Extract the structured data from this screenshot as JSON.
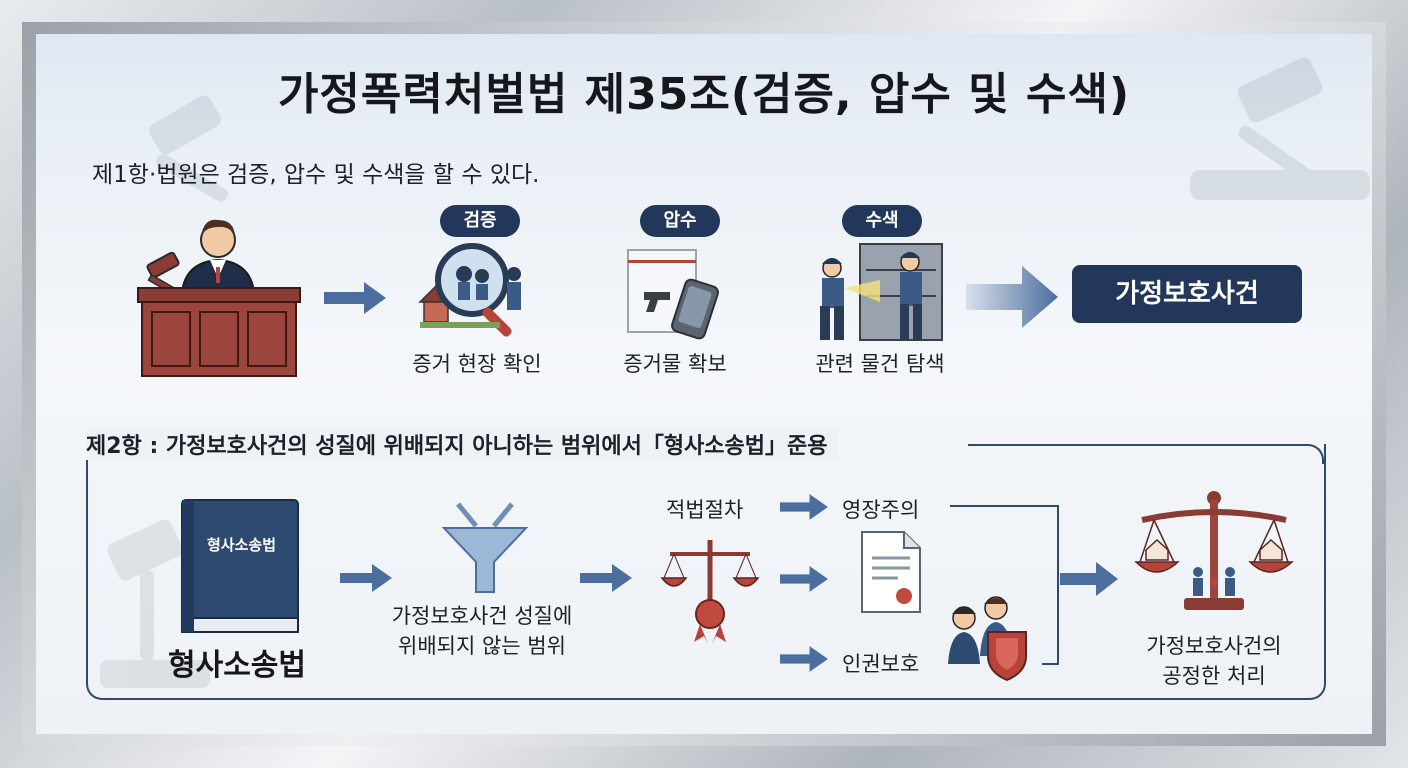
{
  "title": "가정폭력처벌법 제35조(검증, 압수 및 수색)",
  "section1": {
    "text": "제1항·법원은 검증, 압수 및 수색을 할 수 있다.",
    "steps": [
      {
        "tag": "검증",
        "caption": "증거 현장 확인",
        "icon": "magnifier-icon"
      },
      {
        "tag": "압수",
        "caption": "증거물 확보",
        "icon": "evidence-bag-icon"
      },
      {
        "tag": "수색",
        "caption": "관련 물건 탐색",
        "icon": "search-officers-icon"
      }
    ],
    "result": "가정보호사건"
  },
  "section2": {
    "text": "제2항 : 가정보호사건의 성질에 위배되지 아니하는 범위에서「형사소송법」준용",
    "book_label": "형사소송법",
    "book_cover": "형사소송법",
    "filter_caption_line1": "가정보호사건 성질에",
    "filter_caption_line2": "위배되지 않는 범위",
    "principle1": "적법절차",
    "principle2": "영장주의",
    "principle3": "인권보호",
    "outcome_line1": "가정보호사건의",
    "outcome_line2": "공정한 처리"
  },
  "colors": {
    "navy": "#22375a",
    "arrow": "#4c6e9e",
    "wood": "#8a3b33",
    "accent_red": "#b7433a"
  }
}
